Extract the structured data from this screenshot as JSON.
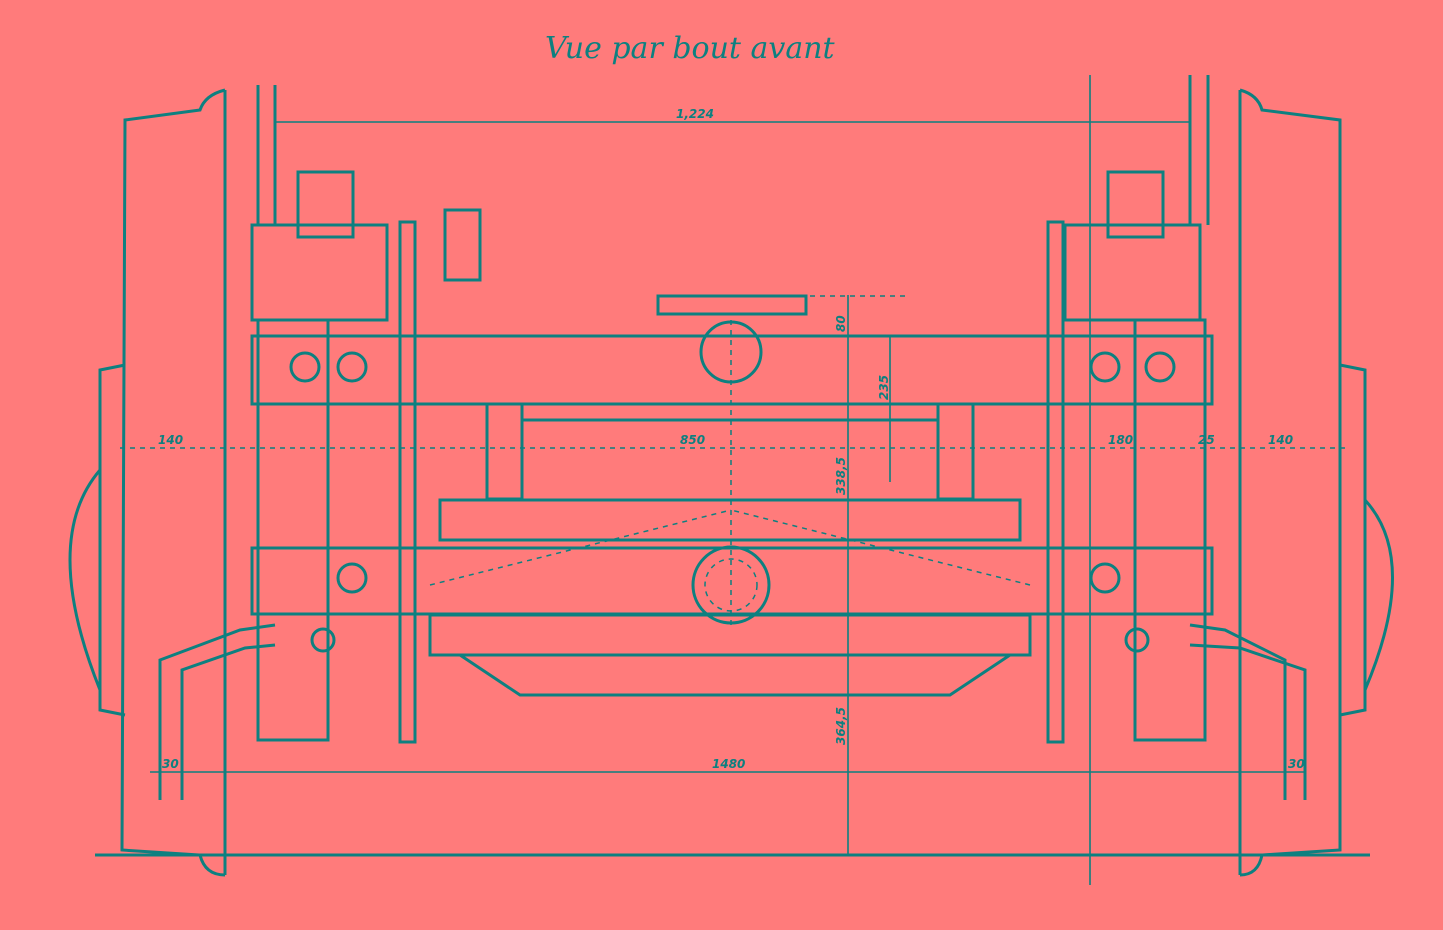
{
  "title": "Vue par bout avant",
  "dimensions": {
    "gauge_top": "1,224",
    "left_140": "140",
    "center_850": "850",
    "height_80": "80",
    "height_235": "235",
    "height_338": "338,5",
    "height_364": "364,5",
    "bottom_1480": "1480",
    "left_30": "30",
    "right_30": "30",
    "right_180": "180",
    "right_25": "25",
    "right_140": "140"
  },
  "colors": {
    "background": "#ff7b7b",
    "ink": "#0d8080"
  }
}
